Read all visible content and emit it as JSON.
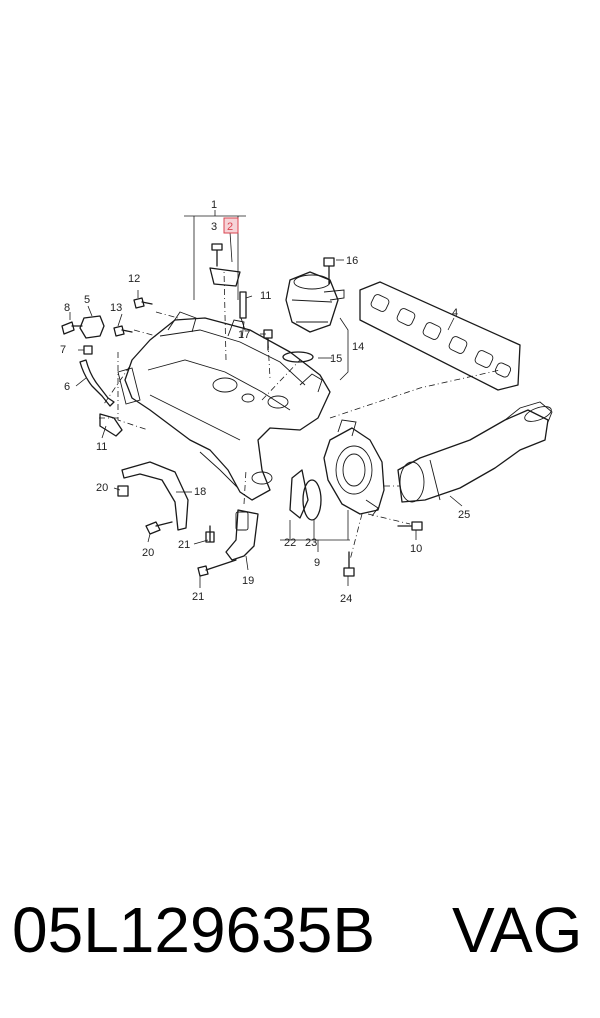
{
  "diagram": {
    "highlighted_label": "2",
    "labels": [
      "1",
      "3",
      "4",
      "5",
      "6",
      "7",
      "8",
      "9",
      "10",
      "11",
      "11",
      "12",
      "13",
      "14",
      "15",
      "16",
      "17",
      "18",
      "19",
      "20",
      "20",
      "21",
      "21",
      "22",
      "23",
      "24",
      "25"
    ]
  },
  "footer": {
    "part_number": "05L129635B",
    "brand": "VAG"
  }
}
